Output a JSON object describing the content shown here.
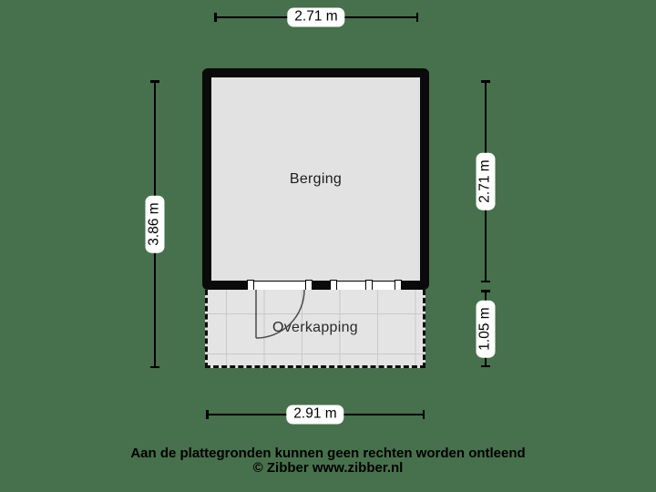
{
  "canvas": {
    "background_color": "#47704c",
    "wall_color": "#0a0a0a",
    "floor_color": "#e2e2e2",
    "grid_line_color": "#c9c9c9"
  },
  "rooms": {
    "berging": {
      "label": "Berging"
    },
    "overkapping": {
      "label": "Overkapping"
    }
  },
  "dimensions": {
    "top_width": "2.71 m",
    "left_height": "3.86 m",
    "right_room_height": "2.71 m",
    "right_canopy_height": "1.05 m",
    "bottom_width": "2.91 m"
  },
  "footer": {
    "disclaimer": "Aan de plattegronden kunnen geen rechten worden ontleend",
    "credit": "© Zibber www.zibber.nl"
  }
}
